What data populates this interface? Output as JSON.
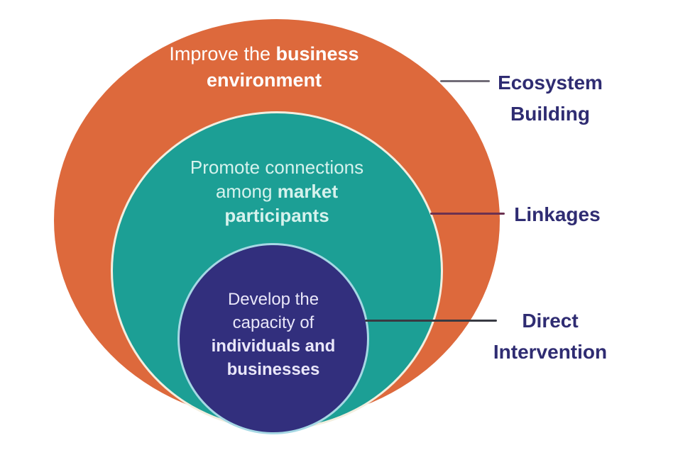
{
  "colors": {
    "outer_fill": "#DD693C",
    "middle_fill": "#1C9F95",
    "inner_fill": "#322F7D",
    "middle_border": "#F2EEDF",
    "inner_border": "#A6D8E4",
    "outer_text": "#FFFFFF",
    "middle_text": "#D6F2ED",
    "inner_text": "#E9E7F9",
    "annotation_text": "#2F2C72",
    "line_ecosystem": "#716C77",
    "line_linkages": "#6B3150",
    "line_direct": "#383A42"
  },
  "diagram": {
    "outer_circle": {
      "text": {
        "line1_regular": "Improve the",
        "line1_bold": "business",
        "line2_bold": "environment"
      }
    },
    "middle_circle": {
      "text": {
        "line1": "Promote connections",
        "line2_regular": "among",
        "line2_bold": "market",
        "line3_bold": "participants"
      }
    },
    "inner_circle": {
      "text": {
        "line1": "Develop the",
        "line2": "capacity of",
        "line3_bold": "individuals and",
        "line4_bold": "businesses"
      }
    },
    "annotations": {
      "ecosystem": {
        "line1": "Ecosystem",
        "line2": "Building"
      },
      "linkages": {
        "line1": "Linkages"
      },
      "direct": {
        "line1": "Direct",
        "line2": "Intervention"
      }
    }
  }
}
